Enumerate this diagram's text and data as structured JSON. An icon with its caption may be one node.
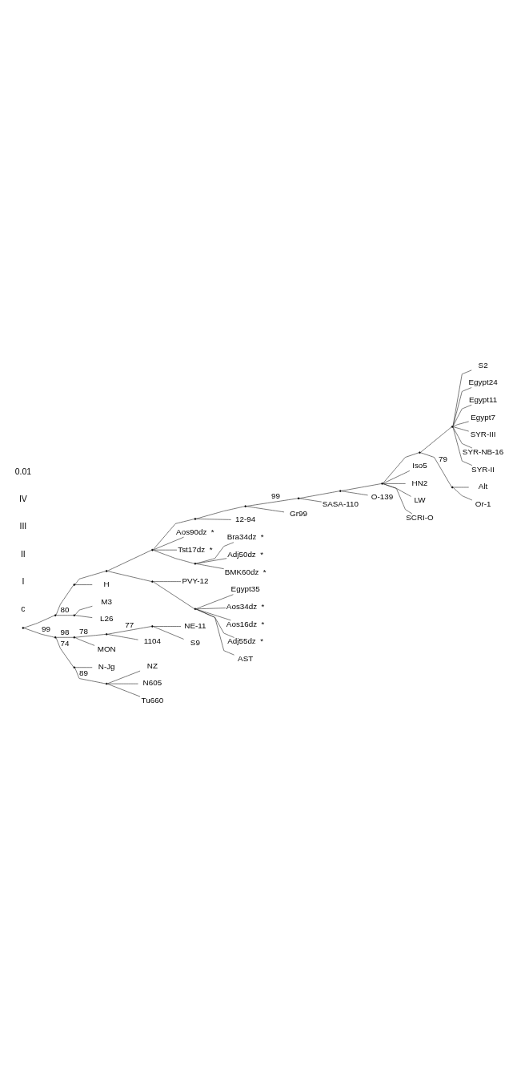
{
  "diagram": {
    "nodes": [
      {
        "text": [],
        "shape": "point"
      },
      {
        "text": [],
        "shape": "point"
      },
      {
        "text": [],
        "shape": "point"
      },
      {
        "text": [],
        "shape": "point"
      },
      {
        "text": [],
        "shape": "point"
      },
      {
        "text": [],
        "shape": "point"
      },
      {
        "text": [],
        "shape": "point"
      },
      {
        "text": [],
        "shape": "point"
      },
      {
        "text": [],
        "shape": "point"
      },
      {
        "text": [],
        "shape": "point"
      },
      {
        "text": [],
        "shape": "point"
      },
      {
        "text": [],
        "shape": "point"
      },
      {
        "text": [
          "S2"
        ]
      },
      {
        "text": [
          "Egypt24"
        ]
      },
      {
        "text": [
          "Egypt11"
        ]
      },
      {
        "text": [
          "Egypt7"
        ]
      },
      {
        "text": [
          "SYR-III"
        ]
      },
      {
        "text": [
          "SYR-NB-16"
        ]
      },
      {
        "text": [
          "SYR-II"
        ]
      },
      {
        "text": [],
        "shape": "point"
      },
      {
        "text": [
          "Alt"
        ]
      },
      {
        "text": [
          "Or-1"
        ]
      },
      {
        "text": [
          "Iso5"
        ]
      },
      {
        "text": [
          "HN2"
        ]
      },
      {
        "text": [
          "LW"
        ]
      },
      {
        "text": [
          "SCRI-O"
        ]
      },
      {
        "text": [
          "O-139"
        ]
      },
      {
        "text": [
          "SASA-110"
        ]
      },
      {
        "text": [
          "Gr99"
        ]
      },
      {
        "text": [
          "12-94"
        ]
      },
      {
        "text": [
          "Aos90dz"
        ],
        "beside": [
          "*"
        ]
      },
      {
        "text": [
          "Tst17dz"
        ],
        "beside": [
          "*"
        ]
      },
      {
        "text": [],
        "shape": "point"
      },
      {
        "text": [
          "Bra34dz"
        ],
        "beside": [
          "*"
        ]
      },
      {
        "text": [
          "Adj50dz"
        ],
        "beside": [
          "*"
        ]
      },
      {
        "text": [
          "BMK60dz"
        ],
        "beside": [
          "*"
        ]
      },
      {
        "text": [],
        "shape": "point"
      },
      {
        "text": [
          "PVY-12"
        ]
      },
      {
        "text": [],
        "shape": "point"
      },
      {
        "text": [
          "Egypt35"
        ]
      },
      {
        "text": [
          "Aos34dz"
        ],
        "beside": [
          "*"
        ]
      },
      {
        "text": [
          "Aos16dz"
        ],
        "beside": [
          "*"
        ]
      },
      {
        "text": [
          "Adj55dz"
        ],
        "beside": [
          "*"
        ]
      },
      {
        "text": [
          "AST"
        ]
      },
      {
        "text": [
          "H"
        ]
      },
      {
        "text": [],
        "shape": "point"
      },
      {
        "text": [
          "M3"
        ]
      },
      {
        "text": [
          "L26"
        ]
      },
      {
        "text": [],
        "shape": "point"
      },
      {
        "text": [],
        "shape": "point"
      },
      {
        "text": [],
        "shape": "point"
      },
      {
        "text": [],
        "shape": "point"
      },
      {
        "text": [
          "NE-11"
        ]
      },
      {
        "text": [
          "S9"
        ]
      },
      {
        "text": [
          "1104"
        ]
      },
      {
        "text": [
          "MON"
        ]
      },
      {
        "text": [],
        "shape": "point"
      },
      {
        "text": [
          "N-Jg"
        ]
      },
      {
        "text": [],
        "shape": "point"
      },
      {
        "text": [
          "NZ"
        ]
      },
      {
        "text": [
          "N605"
        ]
      },
      {
        "text": [
          "Tu660"
        ]
      }
    ],
    "edges": [
      {
        "from": 0,
        "to": 1,
        "arrow": "none"
      },
      {
        "from": 1,
        "to": 2,
        "arrow": "none"
      },
      {
        "from": 2,
        "to": 3,
        "arrow": "none"
      },
      {
        "from": 3,
        "to": 4,
        "arrow": "none"
      },
      {
        "from": 4,
        "to": 5,
        "arrow": "none"
      },
      {
        "from": 5,
        "to": 6,
        "arrow": "none"
      },
      {
        "from": 6,
        "to": 7,
        "arrow": "none",
        "label": "99"
      },
      {
        "from": 7,
        "to": 8,
        "arrow": "none"
      },
      {
        "from": 8,
        "to": 9,
        "arrow": "none"
      },
      {
        "from": 9,
        "to": 10,
        "arrow": "none"
      },
      {
        "from": 10,
        "to": 11,
        "arrow": "none"
      },
      {
        "from": 11,
        "to": 12,
        "arrow": "none"
      },
      {
        "from": 11,
        "to": 13,
        "arrow": "none"
      },
      {
        "from": 11,
        "to": 14,
        "arrow": "none"
      },
      {
        "from": 11,
        "to": 15,
        "arrow": "none"
      },
      {
        "from": 11,
        "to": 16,
        "arrow": "none"
      },
      {
        "from": 11,
        "to": 17,
        "arrow": "none"
      },
      {
        "from": 11,
        "to": 18,
        "arrow": "none"
      },
      {
        "from": 10,
        "to": 19,
        "arrow": "none",
        "label": "79"
      },
      {
        "from": 19,
        "to": 20,
        "arrow": "none"
      },
      {
        "from": 19,
        "to": 21,
        "arrow": "none"
      },
      {
        "from": 9,
        "to": 22,
        "arrow": "none"
      },
      {
        "from": 9,
        "to": 23,
        "arrow": "none"
      },
      {
        "from": 9,
        "to": 24,
        "arrow": "none"
      },
      {
        "from": 9,
        "to": 25,
        "arrow": "none"
      },
      {
        "from": 8,
        "to": 26,
        "arrow": "none"
      },
      {
        "from": 7,
        "to": 27,
        "arrow": "none"
      },
      {
        "from": 6,
        "to": 28,
        "arrow": "none"
      },
      {
        "from": 5,
        "to": 29,
        "arrow": "none"
      },
      {
        "from": 4,
        "to": 30,
        "arrow": "none"
      },
      {
        "from": 4,
        "to": 31,
        "arrow": "none"
      },
      {
        "from": 4,
        "to": 32,
        "arrow": "none"
      },
      {
        "from": 32,
        "to": 33,
        "arrow": "none"
      },
      {
        "from": 32,
        "to": 34,
        "arrow": "none"
      },
      {
        "from": 32,
        "to": 35,
        "arrow": "none"
      },
      {
        "from": 3,
        "to": 36,
        "arrow": "none"
      },
      {
        "from": 36,
        "to": 37,
        "arrow": "none"
      },
      {
        "from": 36,
        "to": 38,
        "arrow": "none"
      },
      {
        "from": 38,
        "to": 39,
        "arrow": "none"
      },
      {
        "from": 38,
        "to": 40,
        "arrow": "none"
      },
      {
        "from": 38,
        "to": 41,
        "arrow": "none"
      },
      {
        "from": 38,
        "to": 42,
        "arrow": "none"
      },
      {
        "from": 38,
        "to": 43,
        "arrow": "none"
      },
      {
        "from": 2,
        "to": 44,
        "arrow": "none"
      },
      {
        "from": 1,
        "to": 45,
        "arrow": "none",
        "label": "80"
      },
      {
        "from": 45,
        "to": 46,
        "arrow": "none"
      },
      {
        "from": 45,
        "to": 47,
        "arrow": "none"
      },
      {
        "from": 0,
        "to": 48,
        "arrow": "none",
        "label": "99"
      },
      {
        "from": 48,
        "to": 49,
        "arrow": "none",
        "label": "98"
      },
      {
        "from": 49,
        "to": 50,
        "arrow": "none",
        "label": "78"
      },
      {
        "from": 50,
        "to": 51,
        "arrow": "none",
        "label": "77"
      },
      {
        "from": 51,
        "to": 52,
        "arrow": "none"
      },
      {
        "from": 51,
        "to": 53,
        "arrow": "none"
      },
      {
        "from": 50,
        "to": 54,
        "arrow": "none"
      },
      {
        "from": 49,
        "to": 55,
        "arrow": "none"
      },
      {
        "from": 48,
        "to": 56,
        "arrow": "none",
        "label": "74"
      },
      {
        "from": 56,
        "to": 57,
        "arrow": "none"
      },
      {
        "from": 56,
        "to": 58,
        "arrow": "none",
        "label": "89"
      },
      {
        "from": 58,
        "to": 59,
        "arrow": "none"
      },
      {
        "from": 58,
        "to": 60,
        "arrow": "none"
      },
      {
        "from": 58,
        "to": 61,
        "arrow": "none"
      }
    ],
    "labels": [
      "c",
      "I",
      "II",
      "III",
      "IV",
      "0.01"
    ]
  }
}
